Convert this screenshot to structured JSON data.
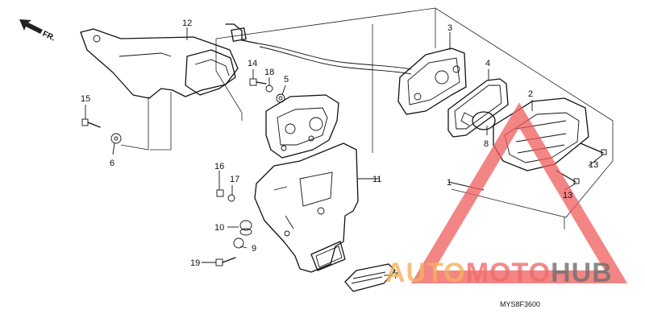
{
  "diagram": {
    "direction_label": "FR.",
    "diagram_code": "MYS8F3600",
    "callouts": {
      "c1": "1",
      "c2": "2",
      "c3": "3",
      "c4": "4",
      "c5": "5",
      "c6": "6",
      "c7": "7",
      "c8": "8",
      "c9": "9",
      "c10": "10",
      "c11": "11",
      "c12": "12",
      "c13a": "13",
      "c13b": "13",
      "c14": "14",
      "c15": "15",
      "c16": "16",
      "c17": "17",
      "c18": "18",
      "c19": "19"
    }
  },
  "watermark": {
    "part1": "AUTO",
    "part2": "MOTO",
    "part3": "HUB",
    "colors": {
      "auto": "#f2b25c",
      "moto": "#ef6b6b",
      "hub": "#6f6f6f",
      "triangle": "#ef5c5c"
    }
  }
}
